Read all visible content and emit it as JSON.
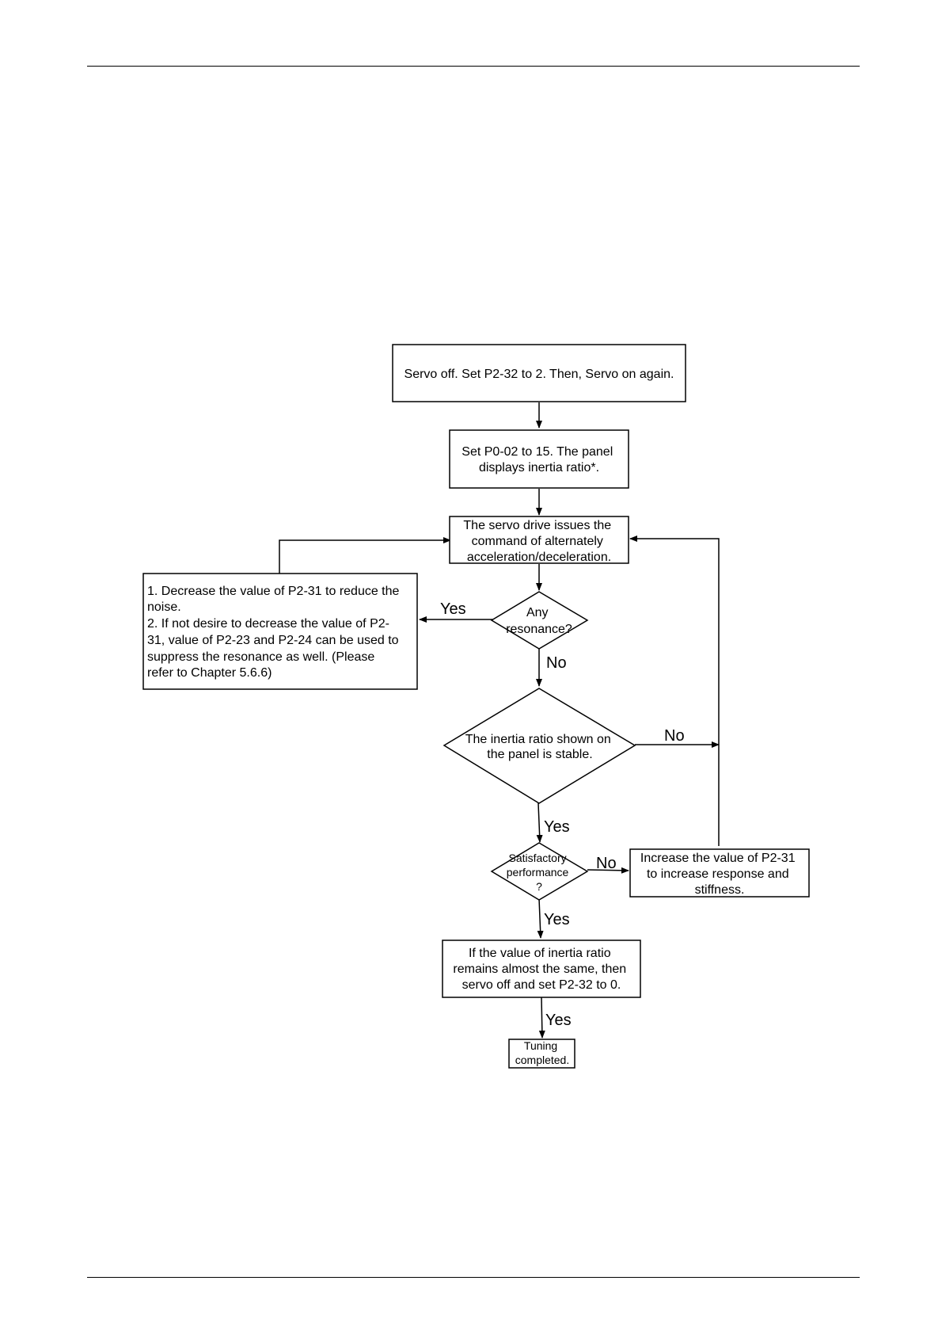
{
  "flowchart": {
    "start": "Servo off. Set P2-32 to 2. Then, Servo on again.",
    "set_p0": [
      "Set P0-02 to 15. The panel",
      "displays inertia ratio*."
    ],
    "issue": [
      "The servo drive issues the",
      "command of alternately",
      "acceleration/deceleration."
    ],
    "resonance_q": [
      "Any",
      "resonance?"
    ],
    "resonance_fix": [
      "1. Decrease the value of P2-31 to reduce the",
      "noise.",
      "2. If not desire to decrease the value of P2-",
      "31, value of P2-23 and P2-24 can be used to",
      "suppress the resonance as well. (Please",
      "refer to Chapter 5.6.6)"
    ],
    "stable_q": [
      "The inertia ratio shown on",
      "the panel is stable."
    ],
    "satisfactory_q": [
      "Satisfactory",
      "performance",
      "?"
    ],
    "increase": [
      "Increase the value of P2-31",
      "to increase response and",
      "stiffness."
    ],
    "finish": [
      "If the value of inertia ratio",
      "remains almost the same, then",
      "servo off and set P2-32 to 0."
    ],
    "done": [
      "Tuning",
      "completed."
    ],
    "labels": {
      "resonance_yes": "Yes",
      "resonance_no": "No",
      "stable_no": "No",
      "stable_yes": "Yes",
      "satisfactory_no": "No",
      "satisfactory_yes": "Yes",
      "finish_yes": "Yes"
    }
  }
}
